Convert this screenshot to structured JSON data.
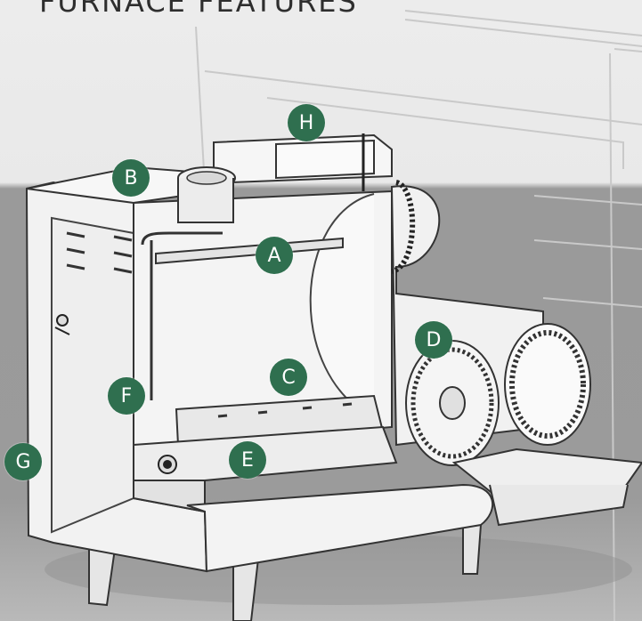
{
  "title": "FURNACE FEATURES",
  "colors": {
    "marker": "#2f6f4f",
    "marker_text": "#ffffff"
  },
  "callouts": [
    "A",
    "B",
    "C",
    "D",
    "E",
    "F",
    "G",
    "H"
  ]
}
